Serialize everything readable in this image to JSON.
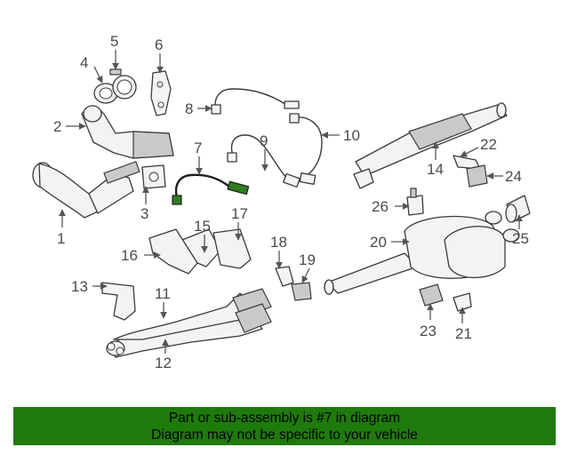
{
  "callouts": [
    "1",
    "2",
    "3",
    "4",
    "5",
    "6",
    "7",
    "8",
    "9",
    "10",
    "11",
    "12",
    "13",
    "14",
    "15",
    "16",
    "17",
    "18",
    "19",
    "20",
    "21",
    "22",
    "23",
    "24",
    "25",
    "26"
  ],
  "highlight": {
    "part": "7",
    "color": "#2e7d1f"
  },
  "banner": {
    "line1": "Part or sub-assembly is #7 in diagram",
    "line2": "Diagram may not be specific to your vehicle",
    "background": "#1f7a0c"
  }
}
